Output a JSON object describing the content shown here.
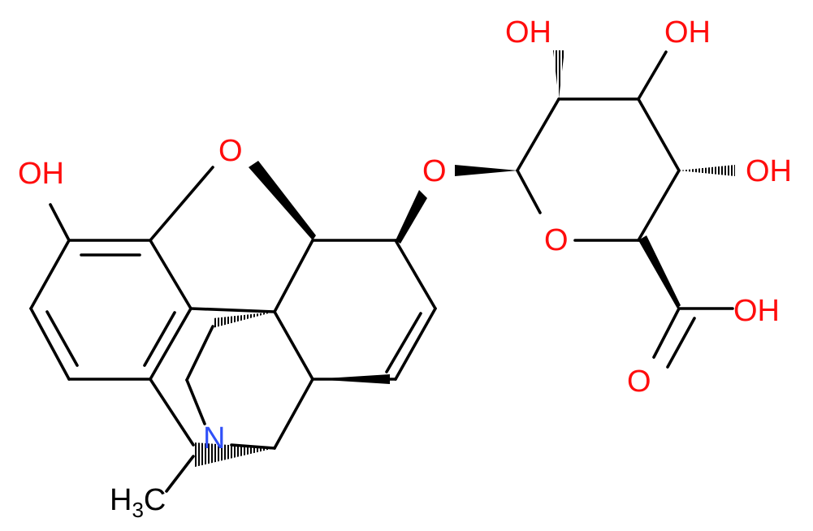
{
  "molecule": {
    "labels": {
      "oh_phenol": "OH",
      "o_furan": "O",
      "o_glycosidic": "O",
      "oh_sugar_top_left": "OH",
      "oh_sugar_top_right": "OH",
      "oh_sugar_right": "OH",
      "o_ring": "O",
      "oh_carboxyl": "OH",
      "o_carbonyl": "O",
      "n_amine": "N",
      "methyl_h": "H",
      "methyl_sub": "3",
      "methyl_c": "C"
    },
    "colors": {
      "bond": "#000000",
      "oxygen": "#ff0d0d",
      "nitrogen": "#3050f8",
      "carbon": "#000000"
    }
  }
}
